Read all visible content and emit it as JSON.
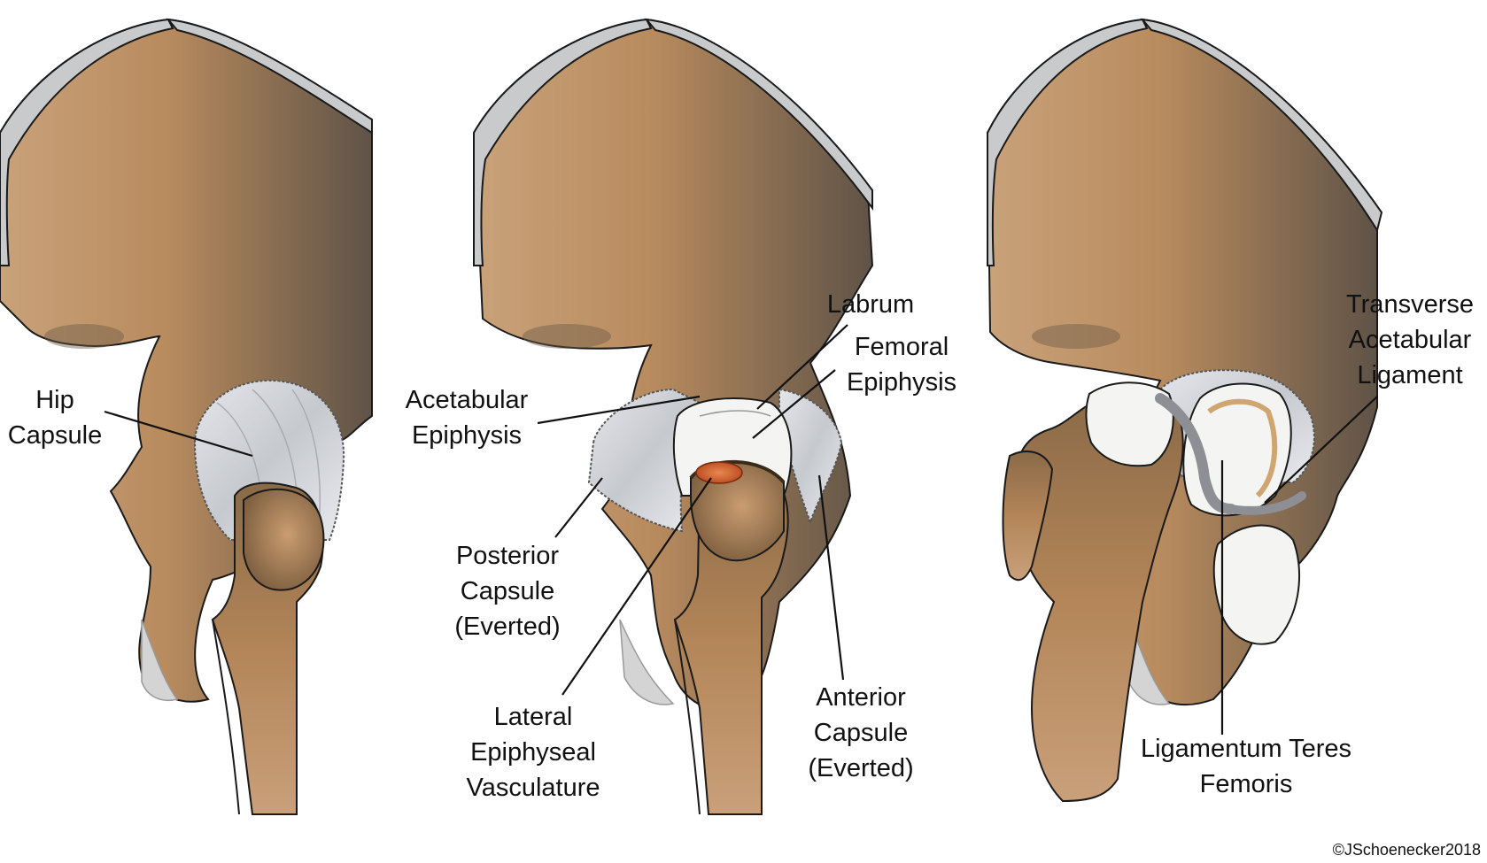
{
  "panels": {
    "left": {
      "labels": {
        "hip_capsule_1": "Hip",
        "hip_capsule_2": "Capsule"
      }
    },
    "middle": {
      "labels": {
        "labrum": "Labrum",
        "femoral_epiphysis_1": "Femoral",
        "femoral_epiphysis_2": "Epiphysis",
        "acetabular_epiphysis_1": "Acetabular",
        "acetabular_epiphysis_2": "Epiphysis",
        "posterior_capsule_1": "Posterior",
        "posterior_capsule_2": "Capsule",
        "posterior_capsule_3": "(Everted)",
        "lateral_vasculature_1": "Lateral",
        "lateral_vasculature_2": "Epiphyseal",
        "lateral_vasculature_3": "Vasculature",
        "anterior_capsule_1": "Anterior",
        "anterior_capsule_2": "Capsule",
        "anterior_capsule_3": "(Everted)"
      }
    },
    "right": {
      "labels": {
        "transverse_ligament_1": "Transverse",
        "transverse_ligament_2": "Acetabular",
        "transverse_ligament_3": "Ligament",
        "ligamentum_teres_1": "Ligamentum Teres",
        "ligamentum_teres_2": "Femoris"
      }
    }
  },
  "copyright": "©JSchoenecker2018",
  "colors": {
    "bone": "#b88b5e",
    "bone_dark": "#6f5a45",
    "cartilage": "#c9cacc",
    "capsule": "#d4d7dc",
    "epiphysis_white": "#f4f4f2",
    "vasculature": "#d9652e",
    "line": "#111111"
  }
}
